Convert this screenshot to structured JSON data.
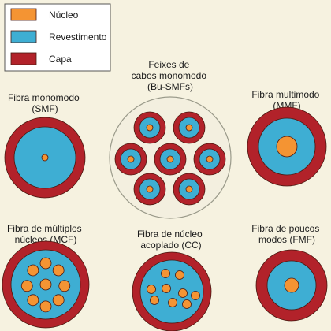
{
  "colors": {
    "nucleo": "#f49433",
    "revestimento": "#3eaed3",
    "capa": "#b2222a",
    "outline": "#4a1810",
    "bundle_bg": "#f3efdf",
    "bundle_border": "#9a9a8a",
    "page_bg": "#f6f2e0"
  },
  "legend": {
    "items": [
      {
        "label": "Núcleo",
        "color_key": "nucleo"
      },
      {
        "label": "Revestimento",
        "color_key": "revestimento"
      },
      {
        "label": "Capa",
        "color_key": "capa"
      }
    ]
  },
  "fibers": {
    "smf": {
      "lines": [
        "Fibra monomodo",
        "(SMF)"
      ]
    },
    "bu": {
      "lines": [
        "Feixes de",
        "cabos monomodo",
        "(Bu-SMFs)"
      ]
    },
    "mmf": {
      "lines": [
        "Fibra multimodo",
        "(MMF)"
      ]
    },
    "mcf": {
      "lines": [
        "Fibra de múltiplos",
        "núcleos (MCF)"
      ]
    },
    "cc": {
      "lines": [
        "Fibra de núcleo",
        "acoplado (CC)"
      ]
    },
    "fmf": {
      "lines": [
        "Fibra de poucos",
        "modos (FMF)"
      ]
    }
  }
}
